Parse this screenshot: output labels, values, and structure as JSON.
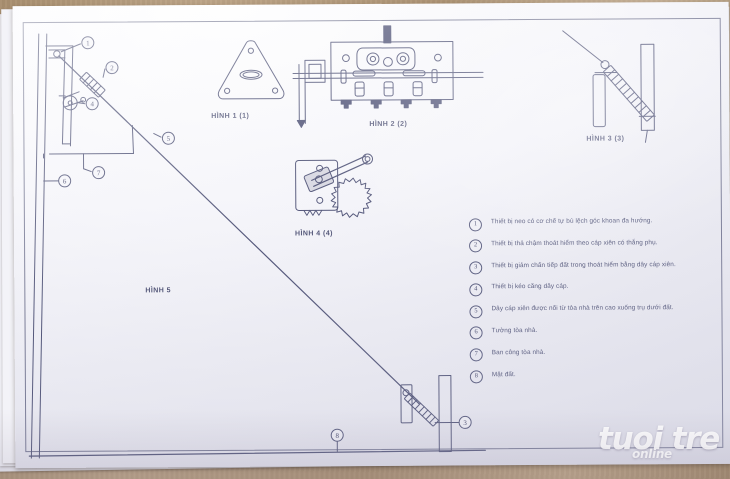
{
  "document": {
    "type": "engineering-drawing-photo",
    "sheet_note": "stacked white paper sheets on a tan wooden desk",
    "ink_color": "#3b3f66",
    "paper_color": "#f5f5fa",
    "desk_color": "#b79d7e"
  },
  "captions": {
    "fig1": "HÌNH 1 (1)",
    "fig2": "HÌNH 2 (2)",
    "fig3": "HÌNH 3 (3)",
    "fig4": "HÌNH 4 (4)",
    "fig5": "HÌNH 5"
  },
  "legend": {
    "items": [
      {
        "num": "1",
        "text": "Thiết bị neo có cơ chế tự bù lệch góc khoan đa hướng."
      },
      {
        "num": "2",
        "text": "Thiết bị thả chậm thoát hiểm theo cáp xiên có thắng phụ."
      },
      {
        "num": "3",
        "text": "Thiết bị giảm chấn tiếp đất trong thoát hiểm bằng dây cáp xiên."
      },
      {
        "num": "4",
        "text": "Thiết bị kéo căng dây cáp."
      },
      {
        "num": "5",
        "text": "Dây cáp xiên được nối từ tòa nhà trên cao xuống trụ dưới đất."
      },
      {
        "num": "6",
        "text": "Tường tòa nhà."
      },
      {
        "num": "7",
        "text": "Ban công tòa nhà."
      },
      {
        "num": "8",
        "text": "Mặt đất."
      }
    ]
  },
  "callouts": {
    "labels": [
      "1",
      "2",
      "3",
      "4",
      "5",
      "6",
      "7",
      "8"
    ]
  },
  "watermark": {
    "main": "tuoi tre",
    "sub": "online"
  }
}
